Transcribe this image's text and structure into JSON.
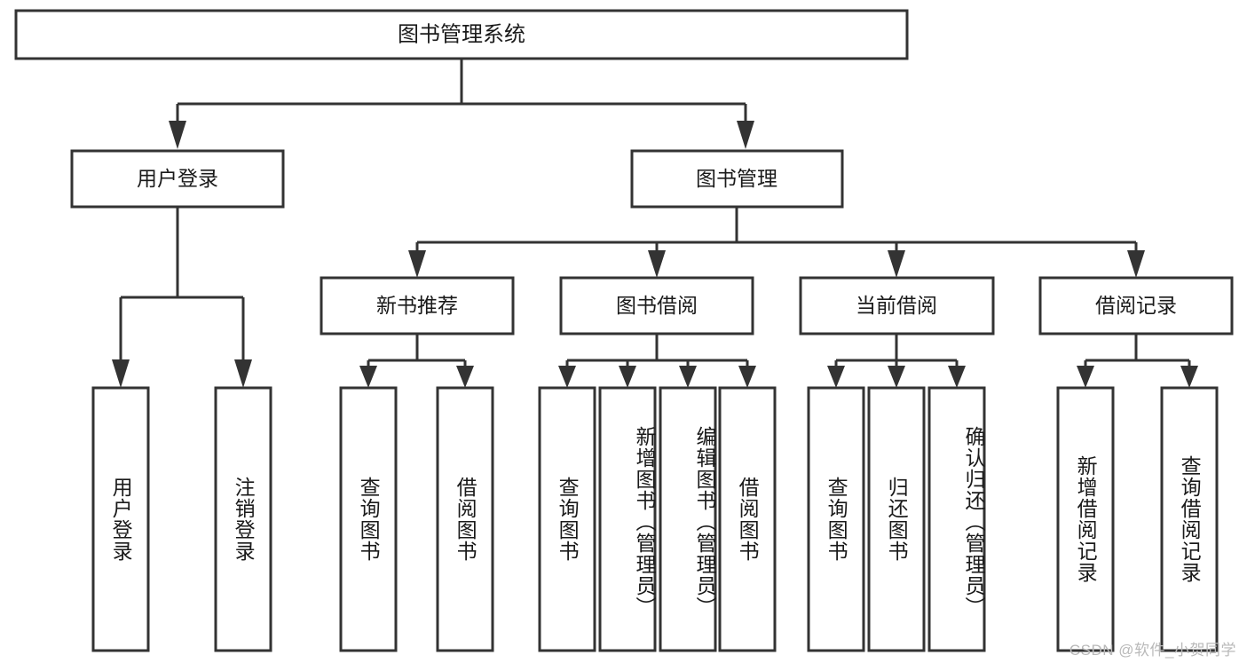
{
  "diagram": {
    "title": "图书管理系统",
    "type": "tree-hierarchy-flowchart",
    "orientation": "top-down",
    "colors": {
      "stroke": "#333333",
      "fill": "#ffffff",
      "text": "#1a1a1a",
      "watermark": "#b9b9b9",
      "background": "#ffffff"
    },
    "root": {
      "label": "图书管理系统"
    },
    "level2": [
      {
        "label": "用户登录"
      },
      {
        "label": "图书管理"
      }
    ],
    "level3": [
      {
        "label": "新书推荐"
      },
      {
        "label": "图书借阅"
      },
      {
        "label": "当前借阅"
      },
      {
        "label": "借阅记录"
      }
    ],
    "leaves": {
      "user_login": [
        {
          "label": "用户登录"
        },
        {
          "label": "注销登录"
        }
      ],
      "new_book_recommend": [
        {
          "label": "查询图书"
        },
        {
          "label": "借阅图书"
        }
      ],
      "book_borrow": [
        {
          "label": "查询图书"
        },
        {
          "label": "新增图书（管理员）"
        },
        {
          "label": "编辑图书（管理员）"
        },
        {
          "label": "借阅图书"
        }
      ],
      "current_borrow": [
        {
          "label": "查询图书"
        },
        {
          "label": "归还图书"
        },
        {
          "label": "确认归还（管理员）"
        }
      ],
      "borrow_record": [
        {
          "label": "新增借阅记录"
        },
        {
          "label": "查询借阅记录"
        }
      ]
    }
  },
  "watermark": {
    "text": "CSDN @软件_小贺同学"
  }
}
